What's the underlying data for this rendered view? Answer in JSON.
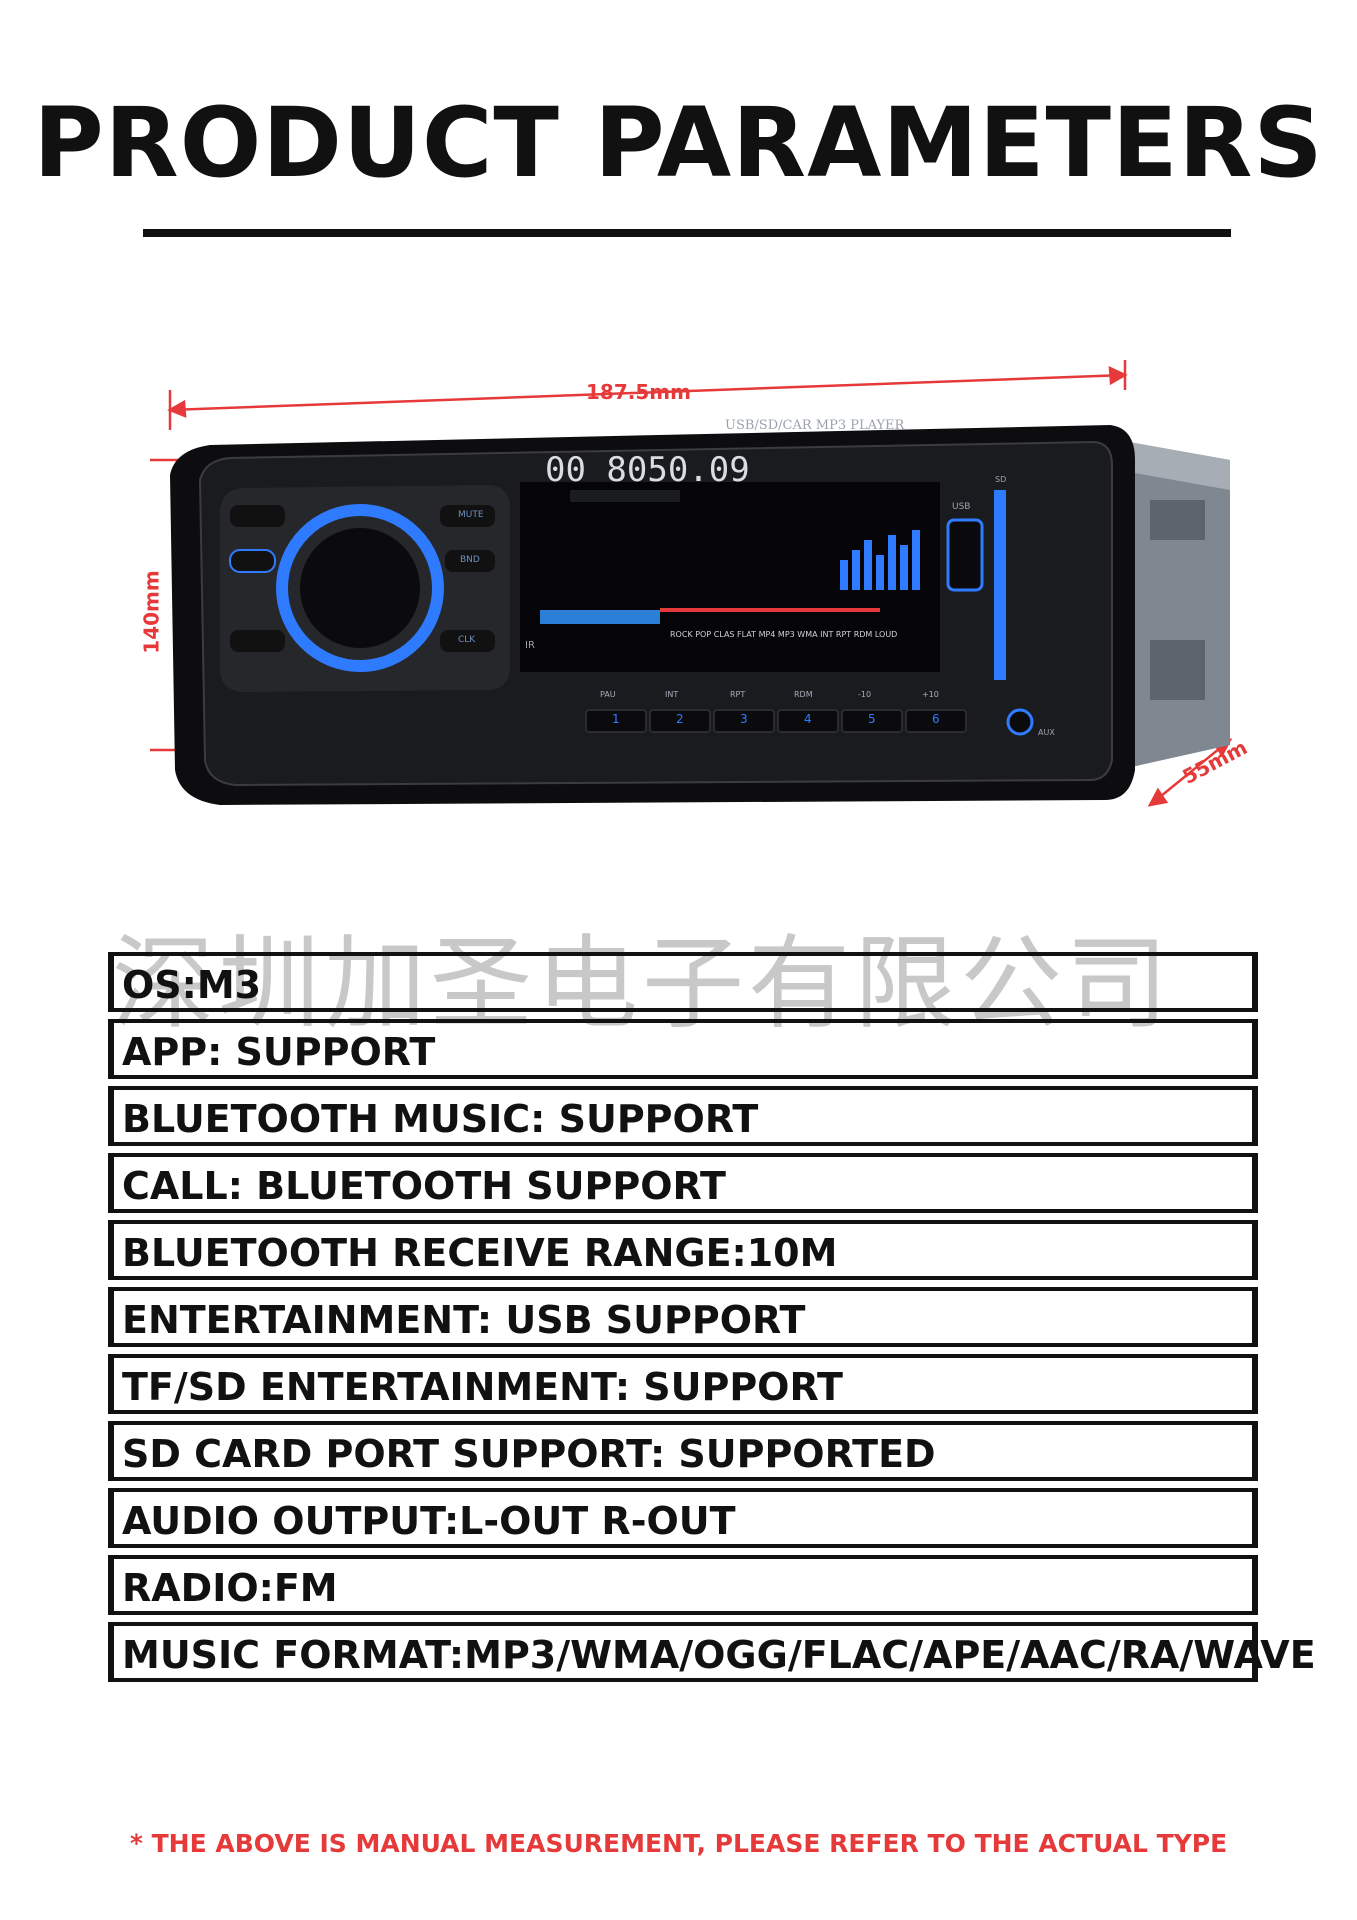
{
  "title": "PRODUCT PARAMETERS",
  "dimensions": {
    "width": "187.5mm",
    "height": "140mm",
    "depth": "55mm"
  },
  "device": {
    "brand_text": "USB/SD/CAR MP3 PLAYER",
    "display_readout": "00 8050.09",
    "display_modes": "ROCK POP CLAS FLAT MP4 MP3 WMA INT RPT RDM LOUD",
    "left_buttons": [
      "MUTE",
      "BND",
      "CLK"
    ],
    "preset_labels": [
      "PAU",
      "INT",
      "RPT",
      "RDM",
      "-10",
      "+10"
    ],
    "preset_numbers": [
      "1",
      "2",
      "3",
      "4",
      "5",
      "6"
    ],
    "port_labels": [
      "USB",
      "SD",
      "AUX",
      "IR"
    ]
  },
  "watermark": "深圳加圣电子有限公司",
  "specs": [
    "OS:M3",
    "APP: SUPPORT",
    "BLUETOOTH MUSIC: SUPPORT",
    "CALL: BLUETOOTH SUPPORT",
    "BLUETOOTH RECEIVE RANGE:10M",
    "ENTERTAINMENT: USB SUPPORT",
    "TF/SD ENTERTAINMENT: SUPPORT",
    "SD CARD PORT SUPPORT: SUPPORTED",
    "AUDIO OUTPUT:L-OUT R-OUT",
    "RADIO:FM",
    "MUSIC FORMAT:MP3/WMA/OGG/FLAC/APE/AAC/RA/WAVE"
  ],
  "footnote": "* THE ABOVE IS MANUAL MEASUREMENT, PLEASE REFER TO THE ACTUAL TYPE",
  "colors": {
    "accent_red": "#e63a3a",
    "led_blue": "#2f7bff",
    "text": "#111111"
  }
}
